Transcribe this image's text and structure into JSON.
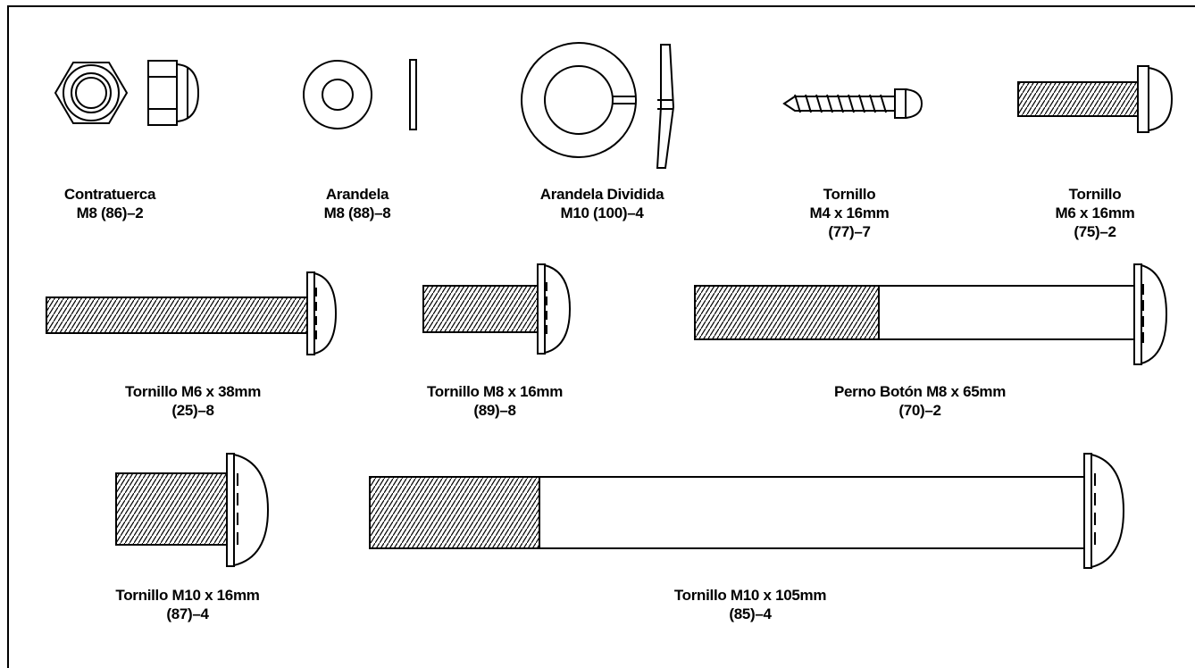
{
  "parts": [
    {
      "id": "contratuerca",
      "lines": [
        "Contratuerca",
        "M8 (86)–2"
      ]
    },
    {
      "id": "arandela",
      "lines": [
        "Arandela",
        "M8 (88)–8"
      ]
    },
    {
      "id": "arandela-dividida",
      "lines": [
        "Arandela Dividida",
        "M10 (100)–4"
      ]
    },
    {
      "id": "tornillo-m4",
      "lines": [
        "Tornillo",
        "M4 x 16mm",
        "(77)–7"
      ]
    },
    {
      "id": "tornillo-m6-16",
      "lines": [
        "Tornillo",
        "M6 x 16mm",
        "(75)–2"
      ]
    },
    {
      "id": "tornillo-m6-38",
      "lines": [
        "Tornillo M6 x 38mm",
        "(25)–8"
      ]
    },
    {
      "id": "tornillo-m8-16",
      "lines": [
        "Tornillo M8 x 16mm",
        "(89)–8"
      ]
    },
    {
      "id": "perno-boton",
      "lines": [
        "Perno Botón M8 x 65mm",
        "(70)–2"
      ]
    },
    {
      "id": "tornillo-m10-16",
      "lines": [
        "Tornillo M10 x 16mm",
        "(87)–4"
      ]
    },
    {
      "id": "tornillo-m10-105",
      "lines": [
        "Tornillo M10 x 105mm",
        "(85)–4"
      ]
    }
  ]
}
